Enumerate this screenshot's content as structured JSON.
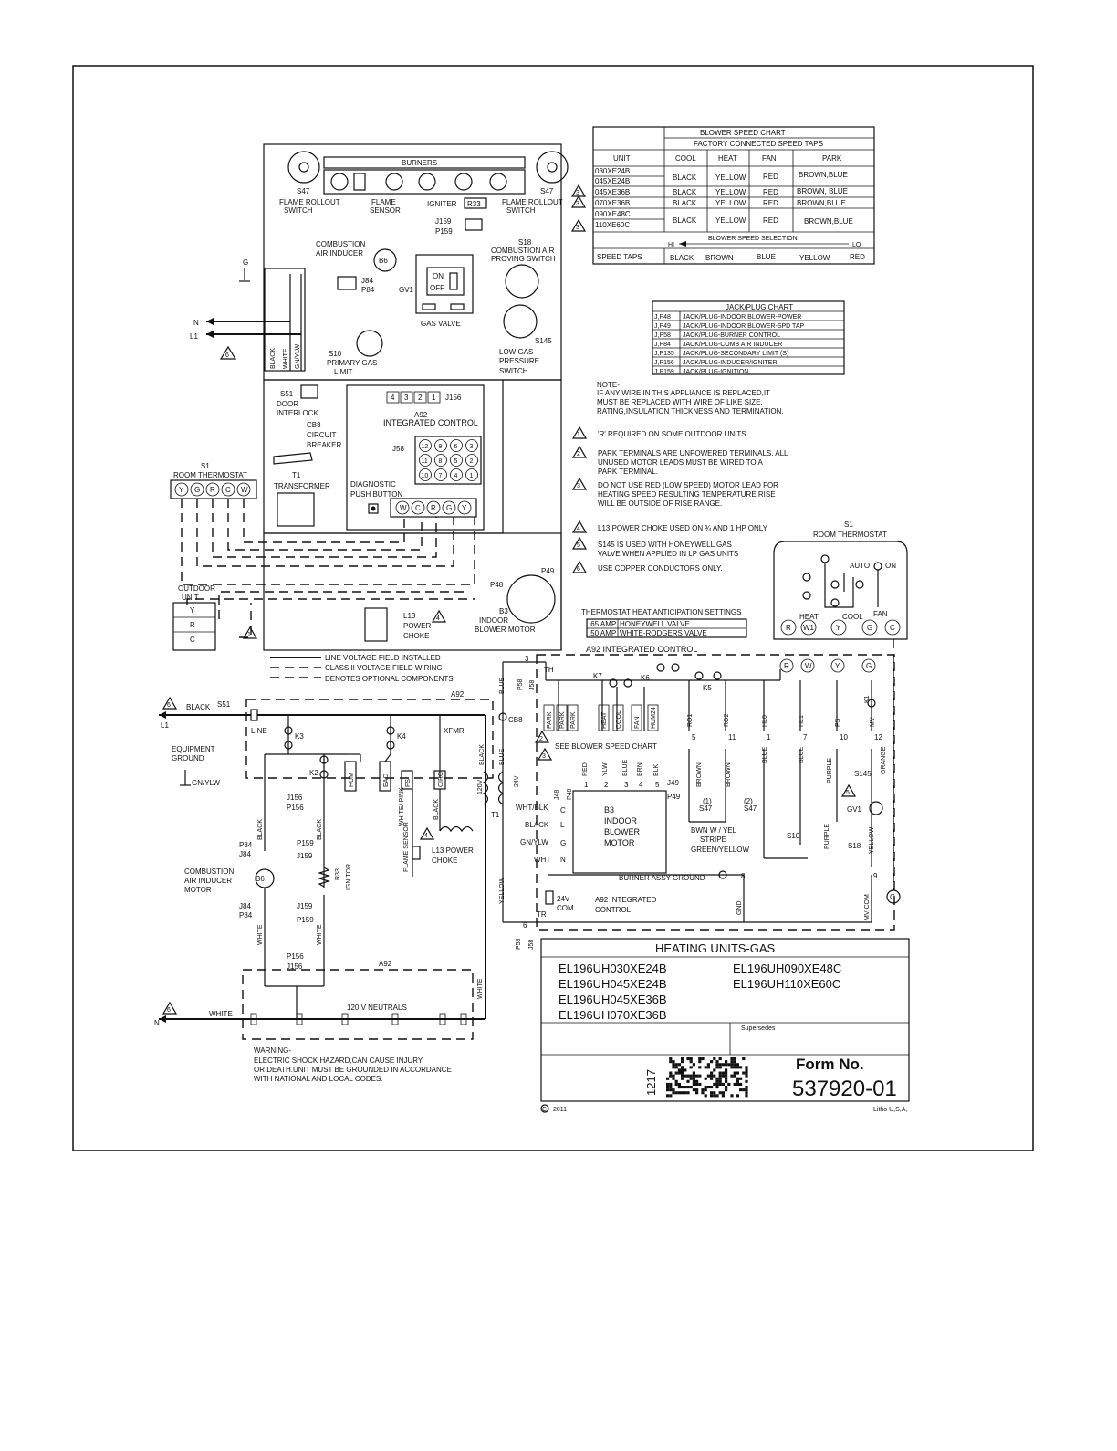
{
  "components_top": {
    "burners": "BURNERS",
    "s47_left": "S47",
    "s47_right": "S47",
    "flame_rollout_left": [
      "FLAME ROLLOUT",
      "SWITCH"
    ],
    "flame_sensor": [
      "FLAME",
      "SENSOR"
    ],
    "igniter": "IGNITER",
    "r33": "R33",
    "flame_rollout_right": [
      "FLAME ROLLOUT",
      "SWITCH"
    ],
    "j159": "J159",
    "p159": "P159",
    "combustion_inducer": [
      "COMBUSTION",
      "AIR INDUCER"
    ],
    "b6": "B6",
    "j84": "J84",
    "p84": "P84",
    "gv1": "GV1",
    "on": "ON",
    "off": "OFF",
    "gas_valve": "GAS VALVE",
    "s18": [
      "S18",
      "COMBUSTION AIR",
      "PROVING SWITCH"
    ],
    "s10": [
      "S10",
      "PRIMARY GAS",
      "LIMIT"
    ],
    "s145": "S145",
    "low_gas": [
      "LOW GAS",
      "PRESSURE",
      "SWITCH"
    ],
    "g": "G",
    "n": "N",
    "l1": "L1",
    "black": "BLACK",
    "white": "WHITE",
    "gnylw": "GN/YLW",
    "s51": [
      "S51",
      "DOOR",
      "INTERLOCK"
    ],
    "cb8": [
      "CB8",
      "CIRCUIT",
      "BREAKER"
    ],
    "t1": [
      "T1",
      "TRANSFORMER"
    ],
    "j156_pins": [
      "4",
      "3",
      "2",
      "1"
    ],
    "j156": "J156",
    "a92": [
      "A92",
      "INTEGRATED CONTROL"
    ],
    "j58": "J58",
    "j58_pins": [
      "12",
      "9",
      "6",
      "3",
      "11",
      "8",
      "5",
      "2",
      "10",
      "7",
      "4",
      "1"
    ],
    "diagnostic": [
      "DIAGNOSTIC",
      "PUSH BUTTON"
    ],
    "terminals": [
      "W",
      "C",
      "R",
      "G",
      "Y"
    ],
    "s1": [
      "S1",
      "ROOM THERMOSTAT"
    ],
    "s1_terms": [
      "Y",
      "G",
      "R",
      "C",
      "W"
    ],
    "outdoor": [
      "OUTDOOR",
      "UNIT"
    ],
    "outdoor_terms": [
      "Y",
      "R",
      "C"
    ],
    "p48": "P48",
    "p49": "P49",
    "b3": [
      "B3",
      "INDOOR",
      "BLOWER MOTOR"
    ],
    "l13": [
      "L13",
      "POWER",
      "CHOKE"
    ]
  },
  "blower_chart": {
    "title": "BLOWER SPEED CHART",
    "subtitle": "FACTORY CONNECTED SPEED TAPS",
    "headers": [
      "UNIT",
      "COOL",
      "HEAT",
      "FAN",
      "PARK"
    ],
    "units": [
      "030XE24B",
      "045XE24B",
      "045XE36B",
      "070XE36B",
      "090XE48C",
      "110XE60C"
    ],
    "rows": [
      [
        "BLACK",
        "YELLOW",
        "RED",
        "BROWN,BLUE"
      ],
      [
        "BLACK",
        "YELLOW",
        "RED",
        "BROWN, BLUE"
      ],
      [
        "BLACK",
        "YELLOW",
        "RED",
        "BROWN,BLUE"
      ],
      [
        "BLACK",
        "YELLOW",
        "RED",
        "BROWN,BLUE"
      ]
    ],
    "selection": "BLOWER SPEED SELECTION",
    "hi": "HI",
    "lo": "LO",
    "speed_taps": "SPEED TAPS",
    "taps": [
      "BLACK",
      "BROWN",
      "BLUE",
      "YELLOW",
      "RED"
    ]
  },
  "jack_chart": {
    "title": "JACK/PLUG CHART",
    "rows": [
      [
        "J,P48",
        "JACK/PLUG-INDOOR BLOWER-POWER"
      ],
      [
        "J,P49",
        "JACK/PLUG-INDOOR BLOWER-SPD TAP"
      ],
      [
        "J,P58",
        "JACK/PLUG-BURNER CONTROL"
      ],
      [
        "J,P84",
        "JACK/PLUG-COMB AIR INDUCER"
      ],
      [
        "J,P135",
        "JACK/PLUG-SECONDARY LIMIT (S)"
      ],
      [
        "J,P156",
        "JACK/PLUG-INDUCER/IGNITER"
      ],
      [
        "J,P159",
        "JACK/PLUG-IGNITION"
      ]
    ]
  },
  "note": [
    "NOTE-",
    "IF ANY WIRE IN THIS APPLIANCE IS REPLACED,IT",
    "MUST BE REPLACED WITH WIRE OF LIKE SIZE,",
    "RATING,INSULATION THICKNESS AND TERMINATION."
  ],
  "footnotes": [
    {
      "n": "1",
      "lines": [
        "'R' REQUIRED ON SOME OUTDOOR UNITS"
      ]
    },
    {
      "n": "2",
      "lines": [
        "PARK TERMINALS ARE UNPOWERED TERMINALS. ALL",
        "UNUSED MOTOR LEADS MUST BE WIRED TO A",
        "PARK TERMINAL."
      ]
    },
    {
      "n": "3",
      "lines": [
        "DO NOT USE RED (LOW SPEED) MOTOR LEAD FOR",
        "HEATING SPEED  RESULTING TEMPERATURE RISE",
        "WILL BE OUTSIDE OF RISE RANGE."
      ]
    },
    {
      "n": "4",
      "lines": [
        "L13 POWER CHOKE USED ON ¾ AND 1 HP ONLY"
      ]
    },
    {
      "n": "5",
      "lines": [
        "S145 IS USED WITH HONEYWELL GAS",
        "VALVE WHEN APPLIED IN LP GAS UNITS"
      ]
    },
    {
      "n": "6",
      "lines": [
        "USE COPPER CONDUCTORS ONLY."
      ]
    }
  ],
  "thermostat_right": {
    "s1": [
      "S1",
      "ROOM THERMOSTAT"
    ],
    "auto": "AUTO",
    "on": "ON",
    "heat": "HEAT",
    "cool": "COOL",
    "fan": "FAN",
    "terms": [
      "R",
      "W1",
      "Y",
      "G",
      "C"
    ]
  },
  "anticipation": {
    "title": "THERMOSTAT HEAT ANTICIPATION SETTINGS",
    "rows": [
      [
        ".65 AMP",
        "HONEYWELL VALVE"
      ],
      [
        ".50 AMP",
        "WHITE-RODGERS VALVE"
      ]
    ]
  },
  "legend": [
    "LINE VOLTAGE FIELD INSTALLED",
    "CLASS II VOLTAGE FIELD WIRING",
    "DENOTES OPTIONAL COMPONENTS"
  ],
  "schematic": {
    "black": "BLACK",
    "s51": "S51",
    "a92": "A92",
    "l1": "L1",
    "line": "LINE",
    "xfmr": "XFMR",
    "k3": "K3",
    "k4": "K4",
    "k2": "K2",
    "hum": "HUM",
    "eac": "EAC",
    "fs": "FS",
    "circ": "CIRC",
    "equip": [
      "EQUIPMENT",
      "GROUND"
    ],
    "gnylw": "GN/YLW",
    "j156": "J156",
    "p156": "P156",
    "p84": "P84",
    "j84": "J84",
    "p159": "P159",
    "j159": "J159",
    "r33": "R33",
    "ignitor": "IGNITOR",
    "b6": "B6",
    "inducer": [
      "COMBUSTION",
      "AIR INDUCER",
      "MOTOR"
    ],
    "white": "WHITE",
    "whitepink": "WHITE/ PINK",
    "flame_sensor": "FLAME SENSOR",
    "neutrals": "120 V NEUTRALS",
    "n": "N",
    "blue": "BLUE",
    "cb8": "CB8",
    "v120": "120V",
    "v24": "24V",
    "t1": "T1",
    "yellow": "YELLOW",
    "l13": [
      "L13 POWER",
      "CHOKE"
    ],
    "warning": [
      "WARNING-",
      "ELECTRIC SHOCK HAZARD,CAN CAUSE INJURY",
      "OR DEATH.UNIT MUST BE GROUNDED IN ACCORDANCE",
      "WITH NATIONAL AND LOCAL CODES."
    ]
  },
  "control": {
    "a92_label": "A92  INTEGRATED CONTROL",
    "th": "TH",
    "p58": "P58",
    "j58": "J58",
    "pin3": "3",
    "pin6": "6",
    "k7": "K7",
    "k6": "K6",
    "k5": "K5",
    "k1": "K1",
    "taps": [
      "PARK",
      "PARK",
      "PARK",
      "HEAT",
      "COOL",
      "FAN",
      "HUM24"
    ],
    "outputs": [
      "RO1",
      "RO2",
      "HL0",
      "HL1",
      "PS",
      "MV"
    ],
    "pins_out": [
      "5",
      "11",
      "1",
      "7",
      "10",
      "12"
    ],
    "see_chart": "SEE BLOWER SPEED CHART",
    "lead_colors": [
      "RED",
      "YLW",
      "BLUE",
      "BRN",
      "BLK"
    ],
    "lead_pins": [
      "1",
      "2",
      "3",
      "4",
      "5"
    ],
    "j48": "J48",
    "p48": "P48",
    "j49": "J49",
    "p49": "P49",
    "b3": [
      "B3",
      "INDOOR",
      "BLOWER",
      "MOTOR"
    ],
    "whtblk": "WHT/BLK",
    "black": "BLACK",
    "gnylw": "GN/YLW",
    "wht": "WHT",
    "brown": "BROWN",
    "blue": "BLUE",
    "purple": "PURPLE",
    "orange": "ORANGE",
    "yellow": "YELLOW",
    "s47a": "S47",
    "s47b": "S47",
    "n1": "(1)",
    "n2": "(2)",
    "bwn": [
      "BWN W / YEL",
      "STRIPE"
    ],
    "gy": "GREEN/YELLOW",
    "s10": "S10",
    "s18": "S18",
    "s145": "S145",
    "gv1": "GV1",
    "burner_gnd": "BURNER ASSY GROUND",
    "pin8": "8",
    "pin9": "9",
    "gnd": "GND",
    "mvcom": "MV COM",
    "v24com": [
      "24V",
      "COM"
    ],
    "tr": "TR",
    "a92b": [
      "A92 INTEGRATED",
      "CONTROL"
    ],
    "terms": [
      "R",
      "W",
      "Y",
      "G"
    ],
    "c": "C"
  },
  "title_block": {
    "header": "HEATING UNITS-GAS",
    "models_left": [
      "EL196UH030XE24B",
      "EL196UH045XE24B",
      "EL196UH045XE36B",
      "EL196UH070XE36B"
    ],
    "models_right": [
      "EL196UH090XE48C",
      "EL196UH110XE60C"
    ],
    "supersedes": "Supersedes",
    "code": "1217",
    "form_label": "Form No.",
    "form_no": "537920-01",
    "copyright": "2011",
    "litho": "Litho U,S,A,"
  }
}
